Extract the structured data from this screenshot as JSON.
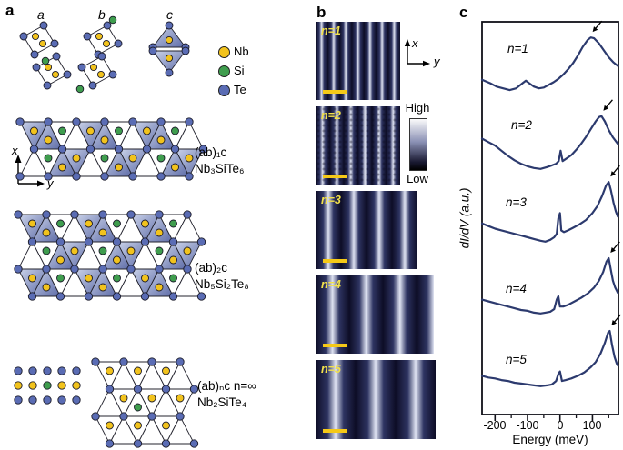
{
  "panels": {
    "a": "a",
    "b": "b",
    "c": "c"
  },
  "panel_a": {
    "mini_labels": [
      "a",
      "b",
      "c"
    ],
    "legend": [
      {
        "name": "Nb",
        "color": "#f2c31d"
      },
      {
        "name": "Si",
        "color": "#3f9d4e"
      },
      {
        "name": "Te",
        "color": "#5a6cb4"
      }
    ],
    "axis": {
      "x": "x",
      "y": "y"
    },
    "structures": [
      {
        "stacking": "(ab)₁c",
        "formula": "Nb₃SiTe₆"
      },
      {
        "stacking": "(ab)₂c",
        "formula": "Nb₅Si₂Te₈"
      },
      {
        "stacking": "(ab)ₙc  n=∞",
        "formula": "Nb₂SiTe₄"
      }
    ]
  },
  "panel_b": {
    "axis": {
      "x": "x",
      "y": "y"
    },
    "colorbar": {
      "high": "High",
      "low": "Low"
    },
    "images": [
      {
        "label": "n=1",
        "stripe_count": 7
      },
      {
        "label": "n=2",
        "stripe_count": 6
      },
      {
        "label": "n=3",
        "stripe_count": 4
      },
      {
        "label": "n=4",
        "stripe_count": 3.5
      },
      {
        "label": "n=5",
        "stripe_count": 3
      }
    ]
  },
  "panel_c": {
    "ylabel": "dI/dV (a.u.)",
    "xlabel": "Energy (meV)",
    "xtick_labels": [
      "-200",
      "-100",
      "0",
      "100"
    ]
  },
  "chart_data": {
    "type": "line",
    "title": "",
    "xlabel": "Energy (meV)",
    "ylabel": "dI/dV (a.u.)",
    "xlim": [
      -240,
      180
    ],
    "xticks": [
      -200,
      -100,
      0,
      100
    ],
    "line_color": "#2c3a6e",
    "offset_stacked": true,
    "annotation": "black arrow marks the main peak of each curve",
    "series": [
      {
        "name": "n=1",
        "peak_mev": 95,
        "points": [
          [
            -240,
            0.34
          ],
          [
            -215,
            0.3
          ],
          [
            -195,
            0.26
          ],
          [
            -175,
            0.24
          ],
          [
            -155,
            0.22
          ],
          [
            -135,
            0.24
          ],
          [
            -115,
            0.3
          ],
          [
            -105,
            0.33
          ],
          [
            -95,
            0.3
          ],
          [
            -80,
            0.26
          ],
          [
            -65,
            0.24
          ],
          [
            -50,
            0.25
          ],
          [
            -35,
            0.28
          ],
          [
            -20,
            0.31
          ],
          [
            -5,
            0.35
          ],
          [
            10,
            0.4
          ],
          [
            25,
            0.46
          ],
          [
            40,
            0.53
          ],
          [
            55,
            0.62
          ],
          [
            70,
            0.72
          ],
          [
            85,
            0.8
          ],
          [
            95,
            0.83
          ],
          [
            105,
            0.82
          ],
          [
            120,
            0.76
          ],
          [
            135,
            0.68
          ],
          [
            150,
            0.6
          ],
          [
            165,
            0.54
          ],
          [
            178,
            0.5
          ]
        ]
      },
      {
        "name": "n=2",
        "peak_mev": 128,
        "points": [
          [
            -240,
            0.5
          ],
          [
            -220,
            0.46
          ],
          [
            -200,
            0.42
          ],
          [
            -180,
            0.36
          ],
          [
            -160,
            0.3
          ],
          [
            -140,
            0.25
          ],
          [
            -120,
            0.21
          ],
          [
            -100,
            0.18
          ],
          [
            -80,
            0.16
          ],
          [
            -60,
            0.15
          ],
          [
            -40,
            0.17
          ],
          [
            -25,
            0.19
          ],
          [
            -12,
            0.21
          ],
          [
            -4,
            0.24
          ],
          [
            2,
            0.36
          ],
          [
            8,
            0.24
          ],
          [
            20,
            0.27
          ],
          [
            35,
            0.31
          ],
          [
            50,
            0.37
          ],
          [
            65,
            0.44
          ],
          [
            80,
            0.52
          ],
          [
            95,
            0.61
          ],
          [
            110,
            0.7
          ],
          [
            120,
            0.75
          ],
          [
            128,
            0.76
          ],
          [
            138,
            0.7
          ],
          [
            150,
            0.6
          ],
          [
            162,
            0.52
          ],
          [
            178,
            0.44
          ]
        ]
      },
      {
        "name": "n=3",
        "peak_mev": 150,
        "points": [
          [
            -240,
            0.36
          ],
          [
            -220,
            0.33
          ],
          [
            -200,
            0.3
          ],
          [
            -180,
            0.28
          ],
          [
            -160,
            0.26
          ],
          [
            -140,
            0.24
          ],
          [
            -120,
            0.22
          ],
          [
            -100,
            0.2
          ],
          [
            -80,
            0.18
          ],
          [
            -60,
            0.16
          ],
          [
            -45,
            0.15
          ],
          [
            -30,
            0.17
          ],
          [
            -18,
            0.2
          ],
          [
            -10,
            0.24
          ],
          [
            -5,
            0.42
          ],
          [
            0,
            0.48
          ],
          [
            4,
            0.28
          ],
          [
            12,
            0.26
          ],
          [
            25,
            0.28
          ],
          [
            40,
            0.31
          ],
          [
            60,
            0.35
          ],
          [
            80,
            0.4
          ],
          [
            100,
            0.48
          ],
          [
            115,
            0.56
          ],
          [
            130,
            0.68
          ],
          [
            142,
            0.8
          ],
          [
            150,
            0.84
          ],
          [
            157,
            0.74
          ],
          [
            165,
            0.6
          ],
          [
            172,
            0.5
          ],
          [
            178,
            0.44
          ]
        ]
      },
      {
        "name": "n=4",
        "peak_mev": 150,
        "points": [
          [
            -240,
            0.32
          ],
          [
            -220,
            0.3
          ],
          [
            -200,
            0.28
          ],
          [
            -180,
            0.26
          ],
          [
            -160,
            0.24
          ],
          [
            -140,
            0.22
          ],
          [
            -120,
            0.2
          ],
          [
            -100,
            0.19
          ],
          [
            -80,
            0.17
          ],
          [
            -60,
            0.16
          ],
          [
            -45,
            0.17
          ],
          [
            -30,
            0.18
          ],
          [
            -18,
            0.21
          ],
          [
            -10,
            0.32
          ],
          [
            -5,
            0.36
          ],
          [
            0,
            0.24
          ],
          [
            10,
            0.24
          ],
          [
            25,
            0.26
          ],
          [
            45,
            0.3
          ],
          [
            65,
            0.34
          ],
          [
            85,
            0.39
          ],
          [
            105,
            0.46
          ],
          [
            120,
            0.54
          ],
          [
            133,
            0.64
          ],
          [
            143,
            0.76
          ],
          [
            150,
            0.8
          ],
          [
            156,
            0.68
          ],
          [
            163,
            0.54
          ],
          [
            170,
            0.46
          ],
          [
            178,
            0.4
          ]
        ]
      },
      {
        "name": "n=5",
        "peak_mev": 153,
        "points": [
          [
            -240,
            0.28
          ],
          [
            -220,
            0.26
          ],
          [
            -200,
            0.25
          ],
          [
            -180,
            0.23
          ],
          [
            -160,
            0.22
          ],
          [
            -140,
            0.2
          ],
          [
            -120,
            0.19
          ],
          [
            -100,
            0.18
          ],
          [
            -80,
            0.17
          ],
          [
            -60,
            0.16
          ],
          [
            -40,
            0.17
          ],
          [
            -25,
            0.18
          ],
          [
            -12,
            0.22
          ],
          [
            -5,
            0.3
          ],
          [
            0,
            0.33
          ],
          [
            6,
            0.22
          ],
          [
            18,
            0.23
          ],
          [
            35,
            0.25
          ],
          [
            55,
            0.28
          ],
          [
            75,
            0.32
          ],
          [
            95,
            0.38
          ],
          [
            110,
            0.44
          ],
          [
            125,
            0.54
          ],
          [
            138,
            0.66
          ],
          [
            148,
            0.78
          ],
          [
            153,
            0.8
          ],
          [
            160,
            0.64
          ],
          [
            168,
            0.5
          ],
          [
            175,
            0.42
          ],
          [
            178,
            0.4
          ]
        ]
      }
    ]
  }
}
